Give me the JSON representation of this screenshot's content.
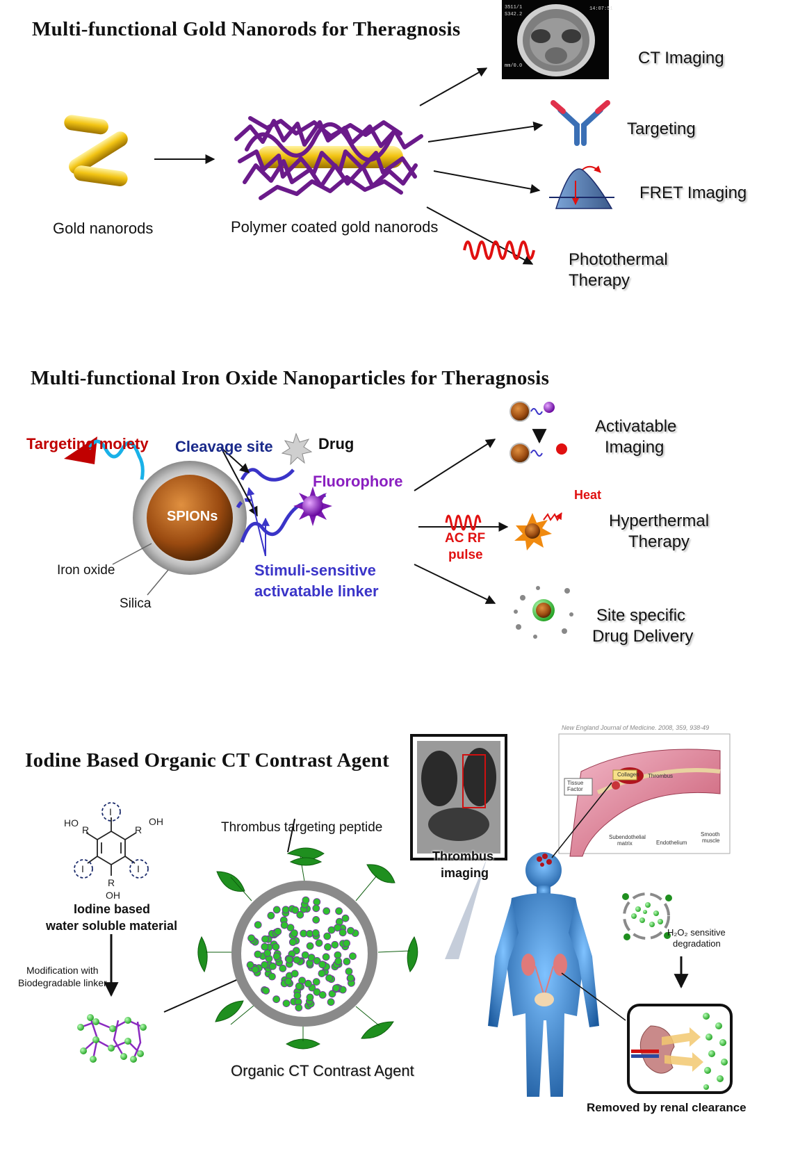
{
  "colors": {
    "gold": "#e8b60a",
    "polymer": "#6a1a8a",
    "wave_red": "#e01010",
    "spion_brown": "#9a4a10",
    "targeting_red": "#c00000",
    "cleavage_blue": "#1a2a8a",
    "linker_blue": "#3a34c8",
    "fluorophore_purple": "#8a1fc0",
    "green_particle": "#2fbf2f",
    "body_blue": "#2f7fd0"
  },
  "sections": {
    "gold": {
      "title": "Multi-functional  Gold  Nanorods  for  Theragnosis",
      "gold_nanorods": "Gold nanorods",
      "polymer_coated": "Polymer coated gold nanorods",
      "outcomes": {
        "ct": "CT Imaging",
        "targeting": "Targeting",
        "fret": "FRET Imaging",
        "photothermal_1": "Photothermal",
        "photothermal_2": "Therapy"
      }
    },
    "iron": {
      "title": "Multi-functional  Iron  Oxide  Nanoparticles  for  Theragnosis",
      "targeting_moiety": "Targeting moiety",
      "cleavage_site": "Cleavage site",
      "drug": "Drug",
      "fluorophore": "Fluorophore",
      "spions": "SPIONs",
      "iron_oxide": "Iron oxide",
      "silica": "Silica",
      "linker_1": "Stimuli-sensitive",
      "linker_2": "activatable linker",
      "ac_rf_1": "AC RF",
      "ac_rf_2": "pulse",
      "heat": "Heat",
      "outcomes": {
        "activatable_1": "Activatable",
        "activatable_2": "Imaging",
        "hyper_1": "Hyperthermal",
        "hyper_2": "Therapy",
        "site_1": "Site specific",
        "site_2": "Drug Delivery"
      }
    },
    "iodine": {
      "title": "Iodine  Based  Organic  CT  Contrast   Agent",
      "iodine_label_1": "Iodine based",
      "iodine_label_2": "water soluble material",
      "modification_1": "Modification  with",
      "modification_2": "Biodegradable linker",
      "peptide": "Thrombus  targeting peptide",
      "agent": "Organic CT Contrast Agent",
      "thrombus_1": "Thrombus",
      "thrombus_2": "imaging",
      "citation": "New England Journal of Medicine. 2008, 359, 938-49",
      "h2o2_1": "H₂O₂ sensitive",
      "h2o2_2": "degradation",
      "renal": "Removed by renal clearance",
      "chem": {
        "ho": "HO",
        "oh_right": "OH",
        "oh_bottom": "OH",
        "r": "R",
        "i": "I"
      },
      "inset": {
        "collagen": "Collagen",
        "tissue_1": "Tissue",
        "tissue_2": "Factor",
        "thrombus": "Thrombus",
        "smooth_1": "Smooth",
        "smooth_2": "muscle",
        "endothelium": "Endothelium",
        "subendo_1": "Subendothelial",
        "subendo_2": "matrix"
      }
    }
  }
}
